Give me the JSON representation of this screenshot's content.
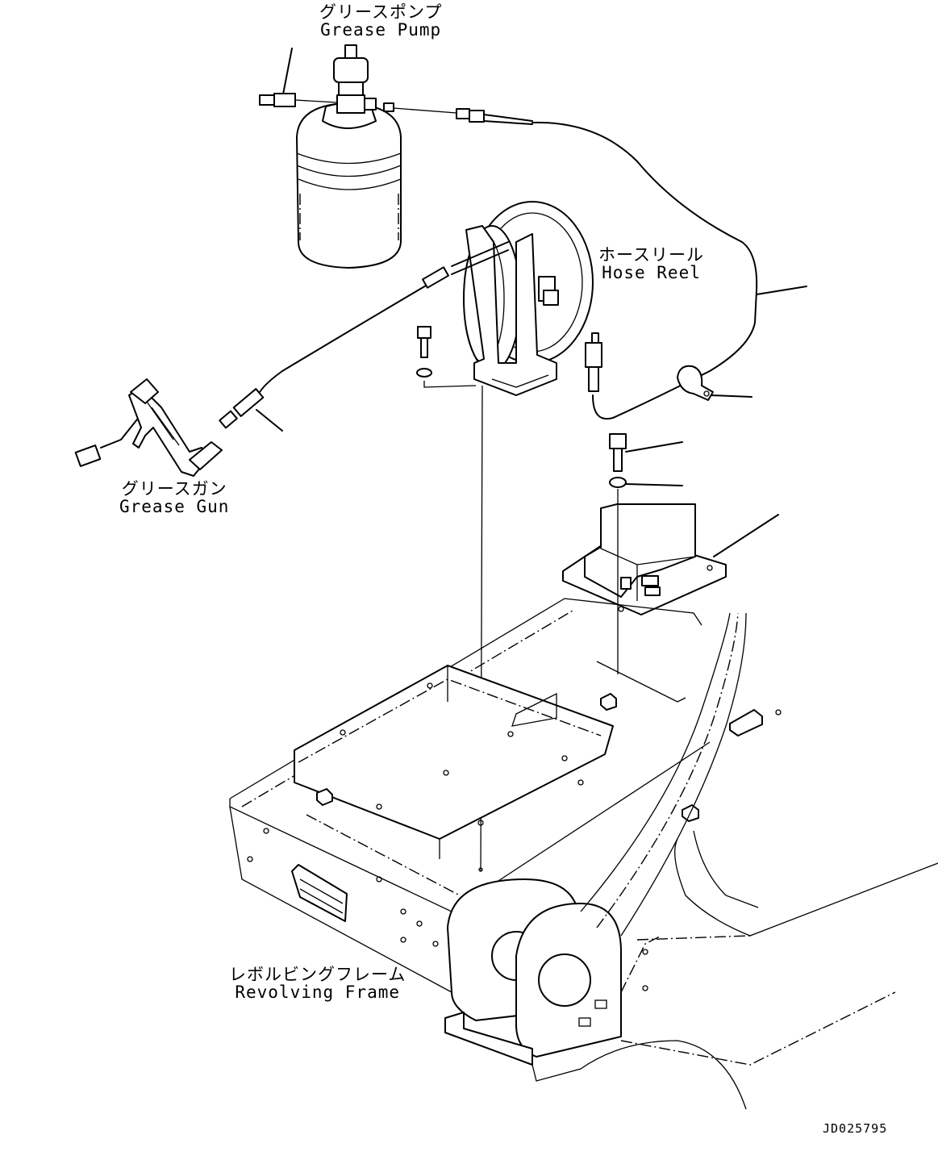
{
  "labels": {
    "grease_pump": {
      "jp": "グリースポンプ",
      "en": "Grease Pump"
    },
    "hose_reel": {
      "jp": "ホースリール",
      "en": "Hose Reel"
    },
    "grease_gun": {
      "jp": "グリースガン",
      "en": "Grease Gun"
    },
    "revolving_frame": {
      "jp": "レボルビングフレーム",
      "en": "Revolving Frame"
    }
  },
  "drawing_code": "JD025795"
}
